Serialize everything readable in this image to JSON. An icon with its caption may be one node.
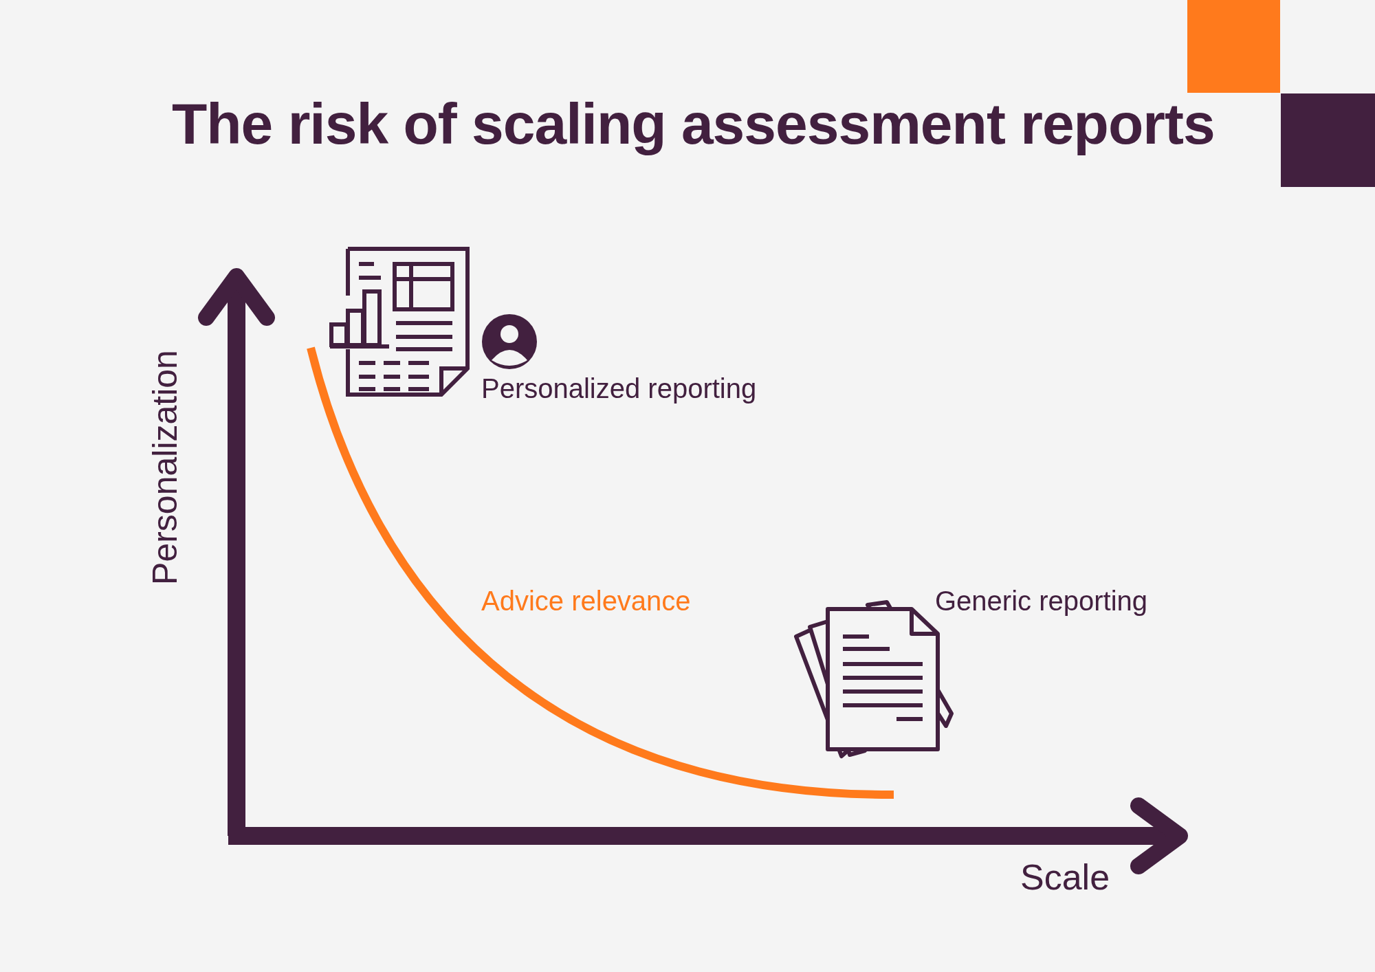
{
  "diagram": {
    "title": "The risk of scaling assessment reports",
    "labels": [
      "Personalization",
      "Personalized reporting",
      "Advice relevance",
      "Generic reporting",
      "Scale"
    ]
  }
}
